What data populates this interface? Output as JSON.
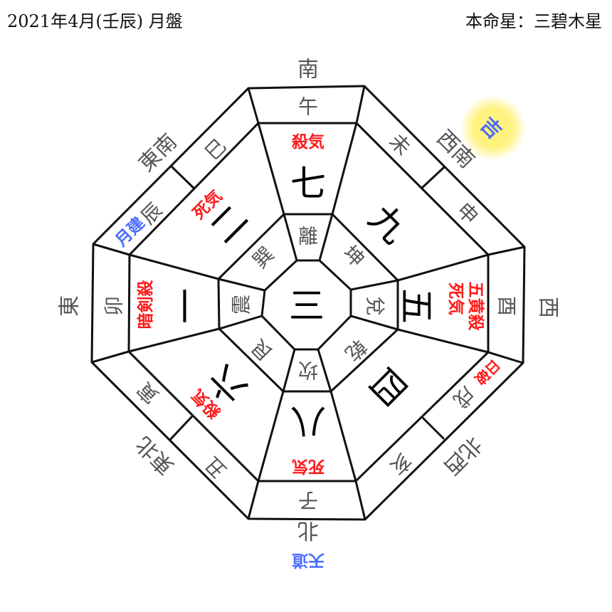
{
  "header": {
    "title": "2021年4月(壬辰) 月盤",
    "honmeisei": "本命星：三碧木星"
  },
  "directions": {
    "s": "南",
    "sw": "西南",
    "w": "西",
    "nw": "北西",
    "n": "北",
    "ne": "東北",
    "e": "東",
    "se": "東南"
  },
  "branches": {
    "uma": "午",
    "hitsuji": "未",
    "saru": "申",
    "tori": "酉",
    "inu": "戌",
    "i": "亥",
    "ne": "子",
    "ushi": "丑",
    "tora": "寅",
    "u": "卯",
    "tatsu": "辰",
    "mi": "巳"
  },
  "stars": {
    "top": "七",
    "upper_right": "九",
    "right": "五",
    "lower_right": "四",
    "bottom": "八",
    "lower_left": "六",
    "left": "一",
    "upper_left": "二",
    "center": "三"
  },
  "trigrams": {
    "top": "離",
    "upper_right": "坤",
    "right": "兌",
    "lower_right": "乾",
    "bottom": "坎",
    "lower_left": "艮",
    "left": "震",
    "upper_left": "巽"
  },
  "annotations": {
    "top": "殺気",
    "upper_left": "死気",
    "right_1": "五黄殺",
    "right_2": "死気",
    "bottom": "死気",
    "lower_left": "殺気",
    "left": "暗剣殺",
    "nichiha": "日破",
    "gekken": "月建",
    "tendo": "天道",
    "kichi": "吉"
  },
  "colors": {
    "red": "#ff1a1a",
    "blue": "#4a6cff",
    "glow": "#fff27a"
  }
}
